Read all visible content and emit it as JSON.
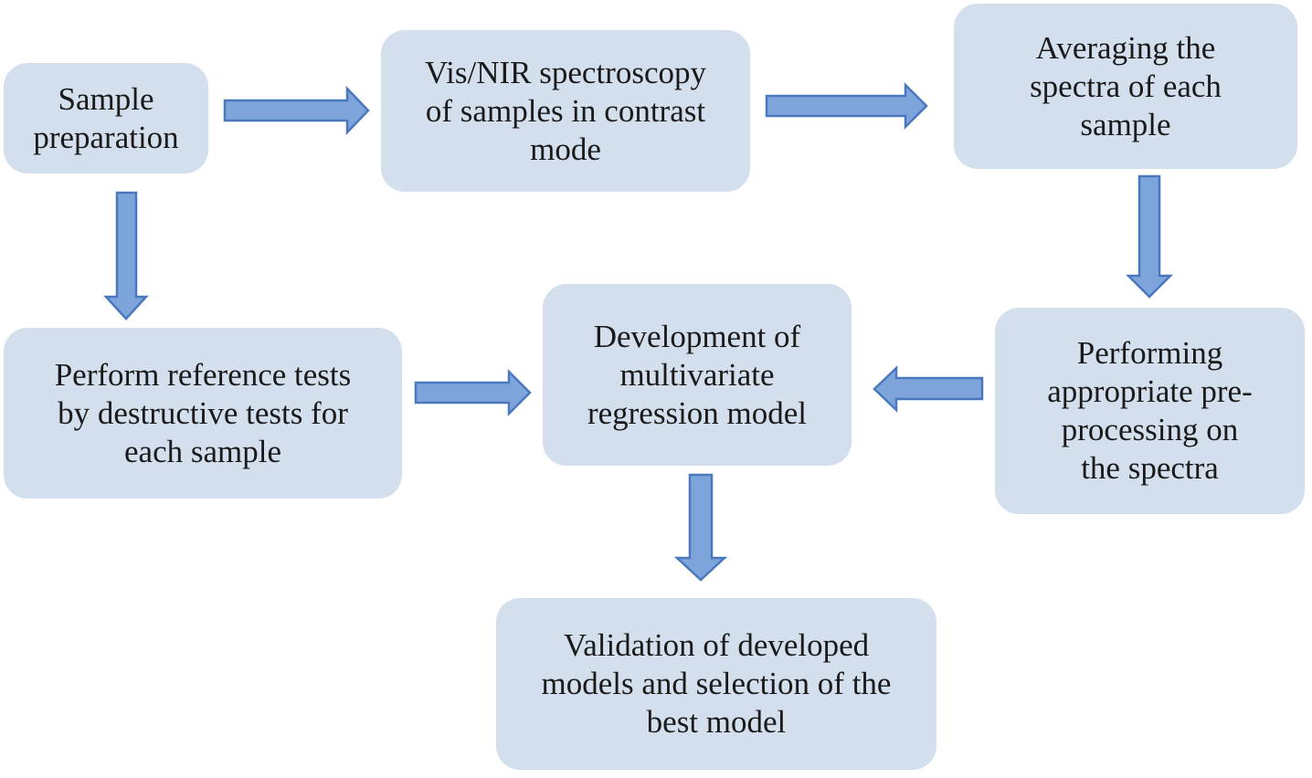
{
  "diagram": {
    "nodes": {
      "sample_prep": "Sample\npreparation",
      "spectroscopy": "Vis/NIR spectroscopy\nof samples in contrast\nmode",
      "averaging": "Averaging the\nspectra of each\nsample",
      "reference_tests": "Perform reference tests\nby destructive tests for\neach sample",
      "development": "Development of\nmultivariate\nregression model",
      "preprocessing": "Performing\nappropriate pre-\nprocessing on\nthe spectra",
      "validation": "Validation of developed\nmodels and selection of the\nbest model"
    },
    "edges": [
      {
        "from": "sample_prep",
        "to": "spectroscopy"
      },
      {
        "from": "spectroscopy",
        "to": "averaging"
      },
      {
        "from": "averaging",
        "to": "preprocessing"
      },
      {
        "from": "sample_prep",
        "to": "reference_tests"
      },
      {
        "from": "reference_tests",
        "to": "development"
      },
      {
        "from": "preprocessing",
        "to": "development"
      },
      {
        "from": "development",
        "to": "validation"
      }
    ],
    "colors": {
      "box_fill": "#d3dfed",
      "arrow_fill": "#7ea4dc",
      "arrow_stroke": "#4a78bd"
    }
  }
}
